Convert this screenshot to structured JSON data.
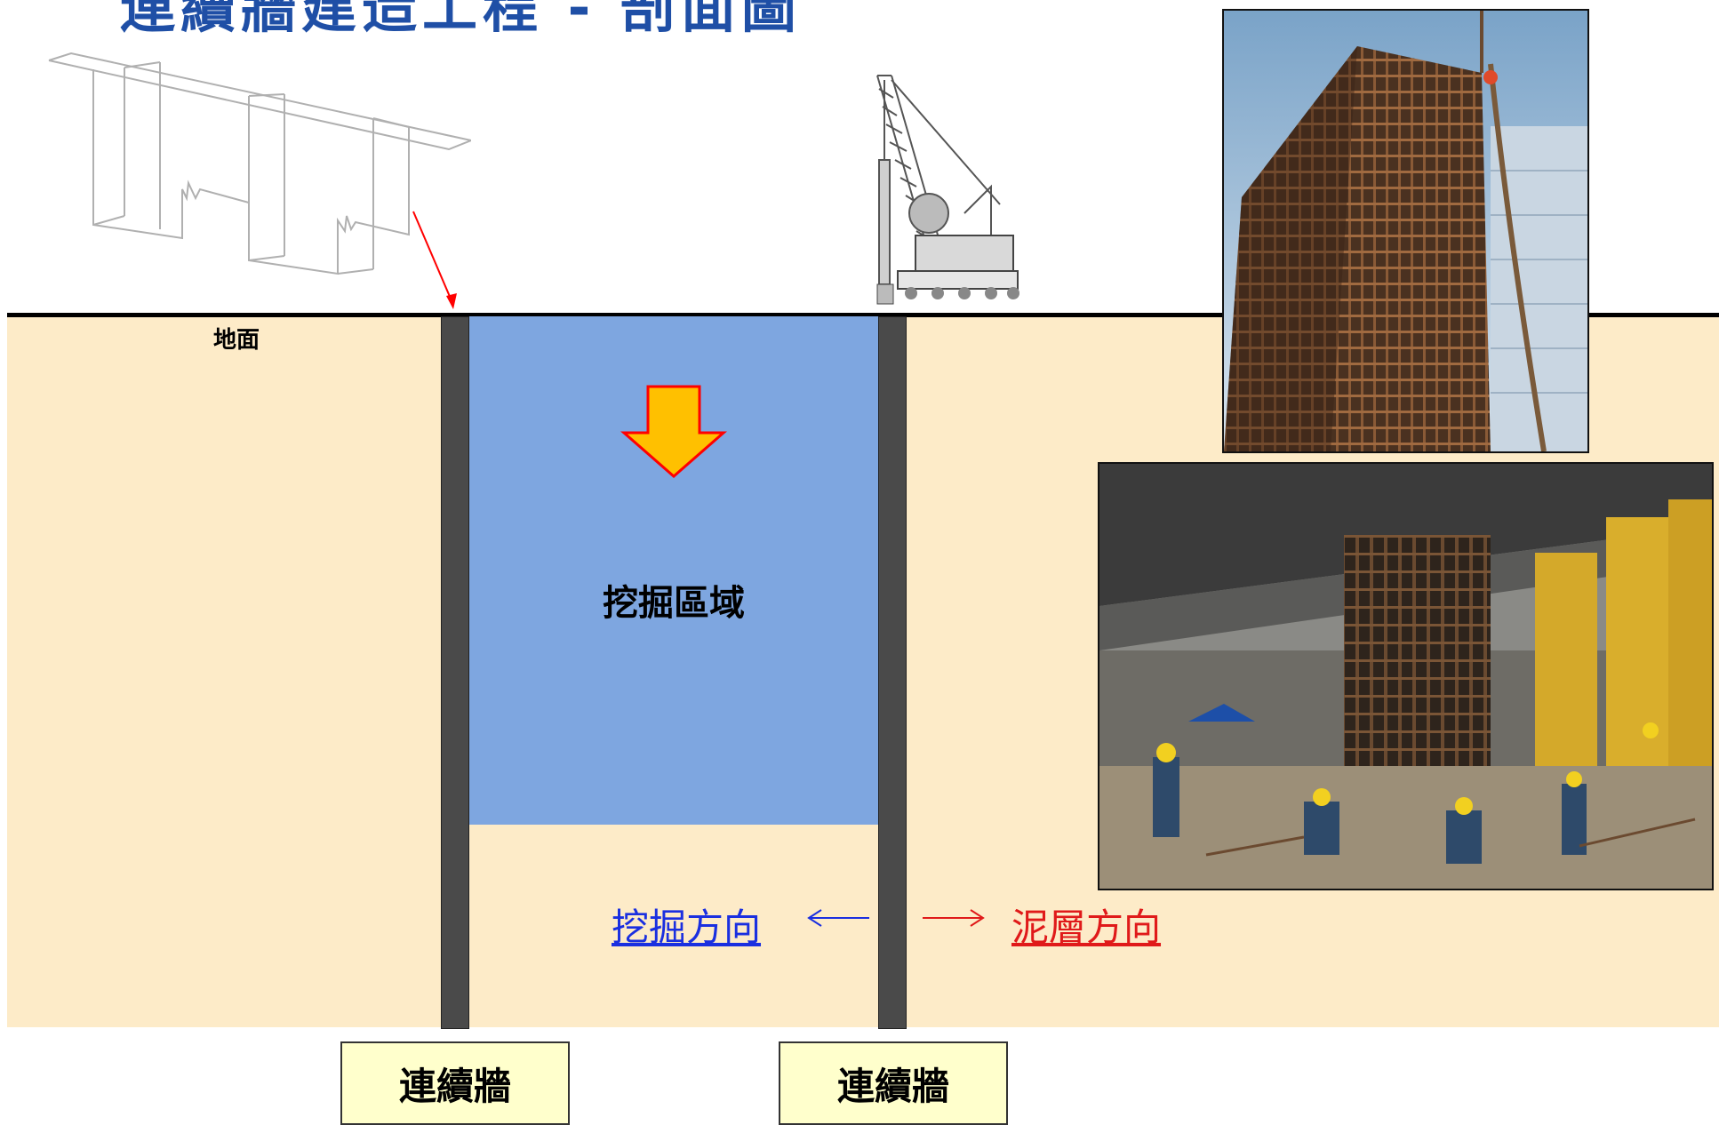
{
  "title": "連續牆建造工程 - 剖面圖",
  "ground_label": "地面",
  "excavation_label": "挖掘區域",
  "direction": {
    "excavation": "挖掘方向",
    "mud": "泥層方向"
  },
  "walls": {
    "left_label": "連續牆",
    "right_label": "連續牆"
  },
  "colors": {
    "title": "#1f4fa6",
    "soil": "#fdebc8",
    "excavation": "#7ea6e0",
    "wall": "#4a4a4a",
    "arrow_fill": "#ffc000",
    "arrow_stroke": "#ff0000",
    "excavation_direction": "#1a2fe0",
    "mud_direction": "#e01a1a",
    "label_box": "#ffffcc"
  },
  "icons": [
    "down-arrow-icon",
    "left-arrow-icon",
    "right-arrow-icon",
    "crane-icon",
    "wall-panel-sketch"
  ]
}
